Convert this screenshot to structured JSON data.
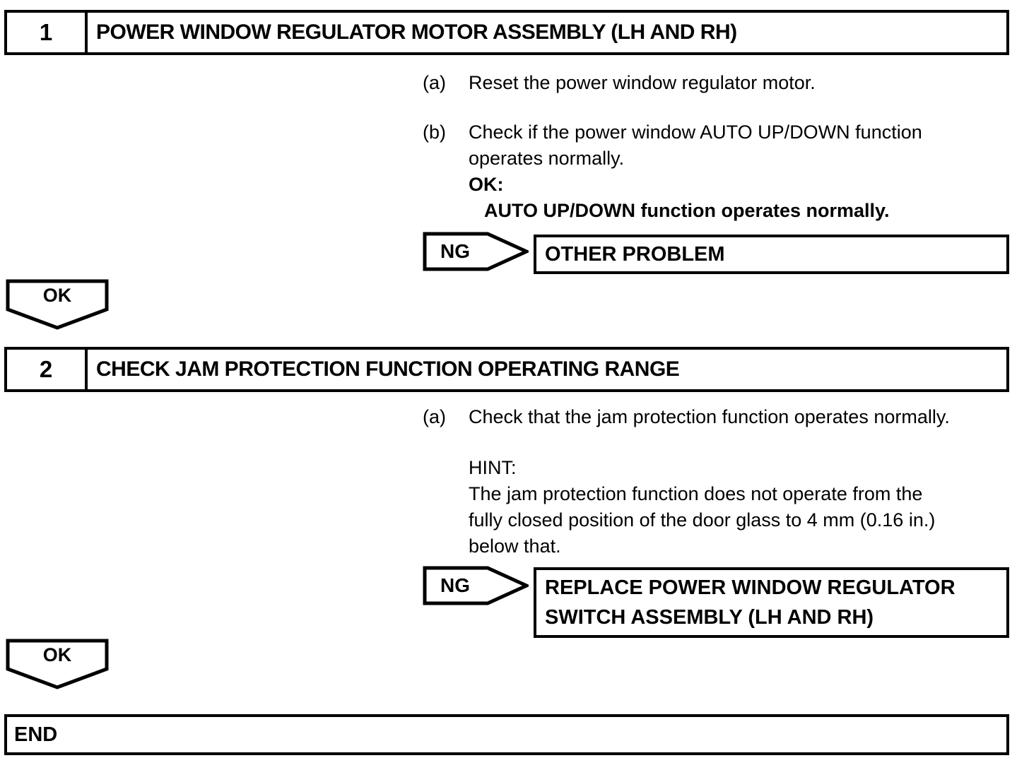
{
  "colors": {
    "line": "#000000",
    "background": "#ffffff"
  },
  "steps": [
    {
      "number": "1",
      "title": "POWER WINDOW REGULATOR MOTOR ASSEMBLY (LH AND RH)",
      "inst_a": {
        "label": "(a)",
        "line1": "Reset the power window regulator motor."
      },
      "inst_b": {
        "label": "(b)",
        "line1": "Check if the power window AUTO UP/DOWN function",
        "line2": "operates normally.",
        "ok_label": "OK:",
        "ok_condition": "AUTO UP/DOWN function operates normally."
      },
      "ng": {
        "label": "NG",
        "result_line1": "OTHER PROBLEM"
      },
      "ok_label": "OK"
    },
    {
      "number": "2",
      "title": "CHECK JAM PROTECTION FUNCTION OPERATING RANGE",
      "inst_a": {
        "label": "(a)",
        "line1": "Check that the jam protection function operates normally."
      },
      "hint": {
        "label": "HINT:",
        "line1": "The jam protection function does not operate from the",
        "line2": "fully closed position of the door glass to 4 mm (0.16 in.)",
        "line3": "below that."
      },
      "ng": {
        "label": "NG",
        "result_line1": "REPLACE POWER WINDOW REGULATOR",
        "result_line2": "SWITCH ASSEMBLY (LH AND RH)"
      },
      "ok_label": "OK"
    }
  ],
  "end": {
    "label": "END"
  }
}
